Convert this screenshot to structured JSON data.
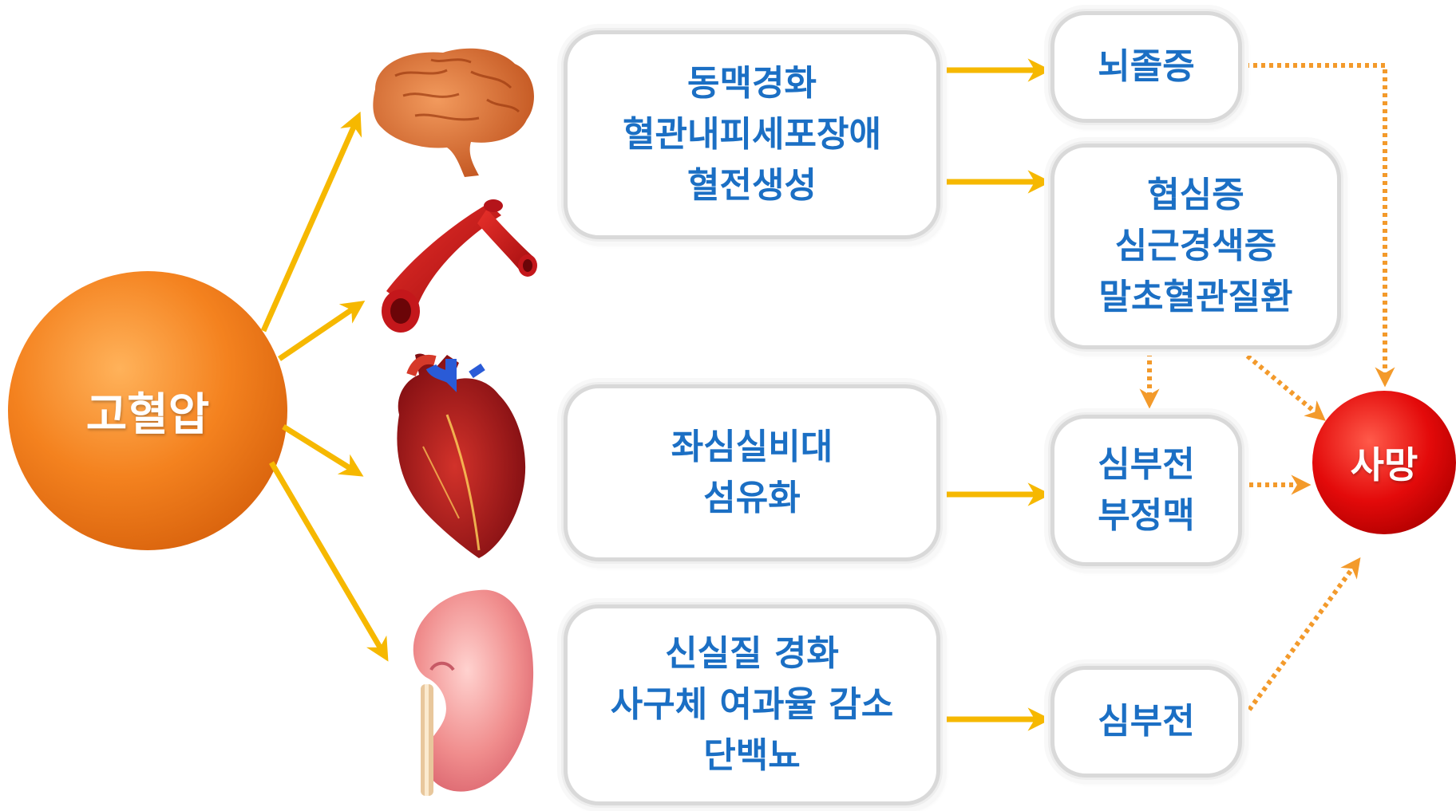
{
  "source": {
    "label": "고혈압",
    "color": "#f07f1a"
  },
  "outcome": {
    "label": "사망",
    "color": "#e00000"
  },
  "colors": {
    "solid_arrow": "#f6b800",
    "dotted_arrow": "#f39a2b",
    "box_text": "#1b6fc4"
  },
  "organs": [
    {
      "name": "brain",
      "icon": "brain-icon"
    },
    {
      "name": "artery",
      "icon": "artery-icon"
    },
    {
      "name": "heart",
      "icon": "heart-icon"
    },
    {
      "name": "kidney",
      "icon": "kidney-icon"
    }
  ],
  "mechanisms": {
    "vascular": [
      "동맥경화",
      "혈관내피세포장애",
      "혈전생성"
    ],
    "cardiac": [
      "좌심실비대",
      "섬유화"
    ],
    "renal": [
      "신실질 경화",
      "사구체 여과율 감소",
      "단백뇨"
    ]
  },
  "diseases": {
    "stroke": [
      "뇌졸증"
    ],
    "coronary": [
      "협심증",
      "심근경색증",
      "말초혈관질환"
    ],
    "heart_failure": [
      "심부전",
      "부정맥"
    ],
    "renal_failure": [
      "심부전"
    ]
  }
}
